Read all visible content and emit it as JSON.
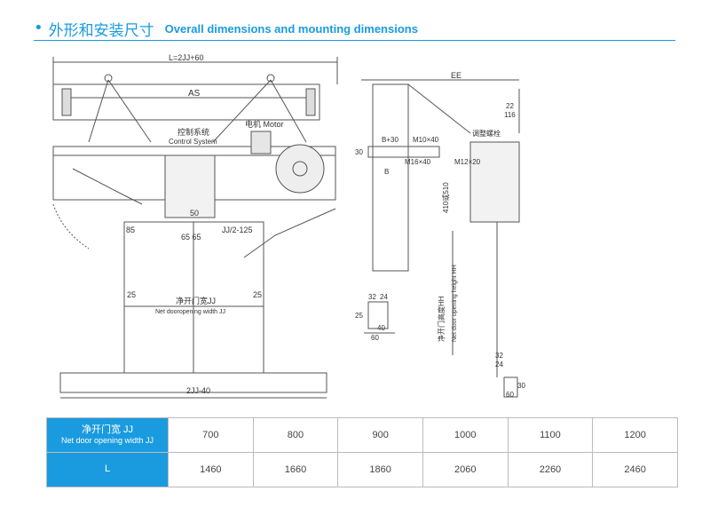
{
  "header": {
    "bullet": "•",
    "title_cn": "外形和安装尺寸",
    "title_en": "Overall dimensions and mounting dimensions"
  },
  "drawing": {
    "front": {
      "overall_length": "L=2JJ+60",
      "as_label": "AS",
      "control_system_cn": "控制系统",
      "control_system_en": "Control System",
      "motor_label": "电机 Motor",
      "dim_50": "50",
      "dim_85": "85",
      "dim_6565": "65 65",
      "dim_jj2": "JJ/2-125",
      "dim_25_left": "25",
      "dim_25_right": "25",
      "net_opening_cn": "净开门宽JJ",
      "net_opening_en": "Net dooropening width JJ",
      "bottom_width": "2JJ-40"
    },
    "side": {
      "ee": "EE",
      "dim_22": "22",
      "dim_116": "116",
      "adjust_bolt": "调整螺栓",
      "b30": "B+30",
      "m10": "M10×40",
      "m16": "M16×40",
      "m12": "M12×20",
      "dim_30": "30",
      "dim_b": "B",
      "dim_410": "410或510",
      "net_height_cn": "净开门高度HH",
      "net_height_en": "Net door opening height HH",
      "dim_32_bottom": "32",
      "dim_24": "24",
      "dim_30_bottom": "30",
      "dim_60_bottom": "60"
    },
    "sill": {
      "d32": "32",
      "d24": "24",
      "d25": "25",
      "d40": "40",
      "d60": "60"
    }
  },
  "table": {
    "row1_label_cn": "净开门宽 JJ",
    "row1_label_en": "Net door opening width JJ",
    "row2_label": "L",
    "jj_values": [
      "700",
      "800",
      "900",
      "1000",
      "1100",
      "1200"
    ],
    "l_values": [
      "1460",
      "1660",
      "1860",
      "2060",
      "2260",
      "2460"
    ]
  },
  "colors": {
    "accent": "#1a9be0",
    "line": "#555555"
  }
}
